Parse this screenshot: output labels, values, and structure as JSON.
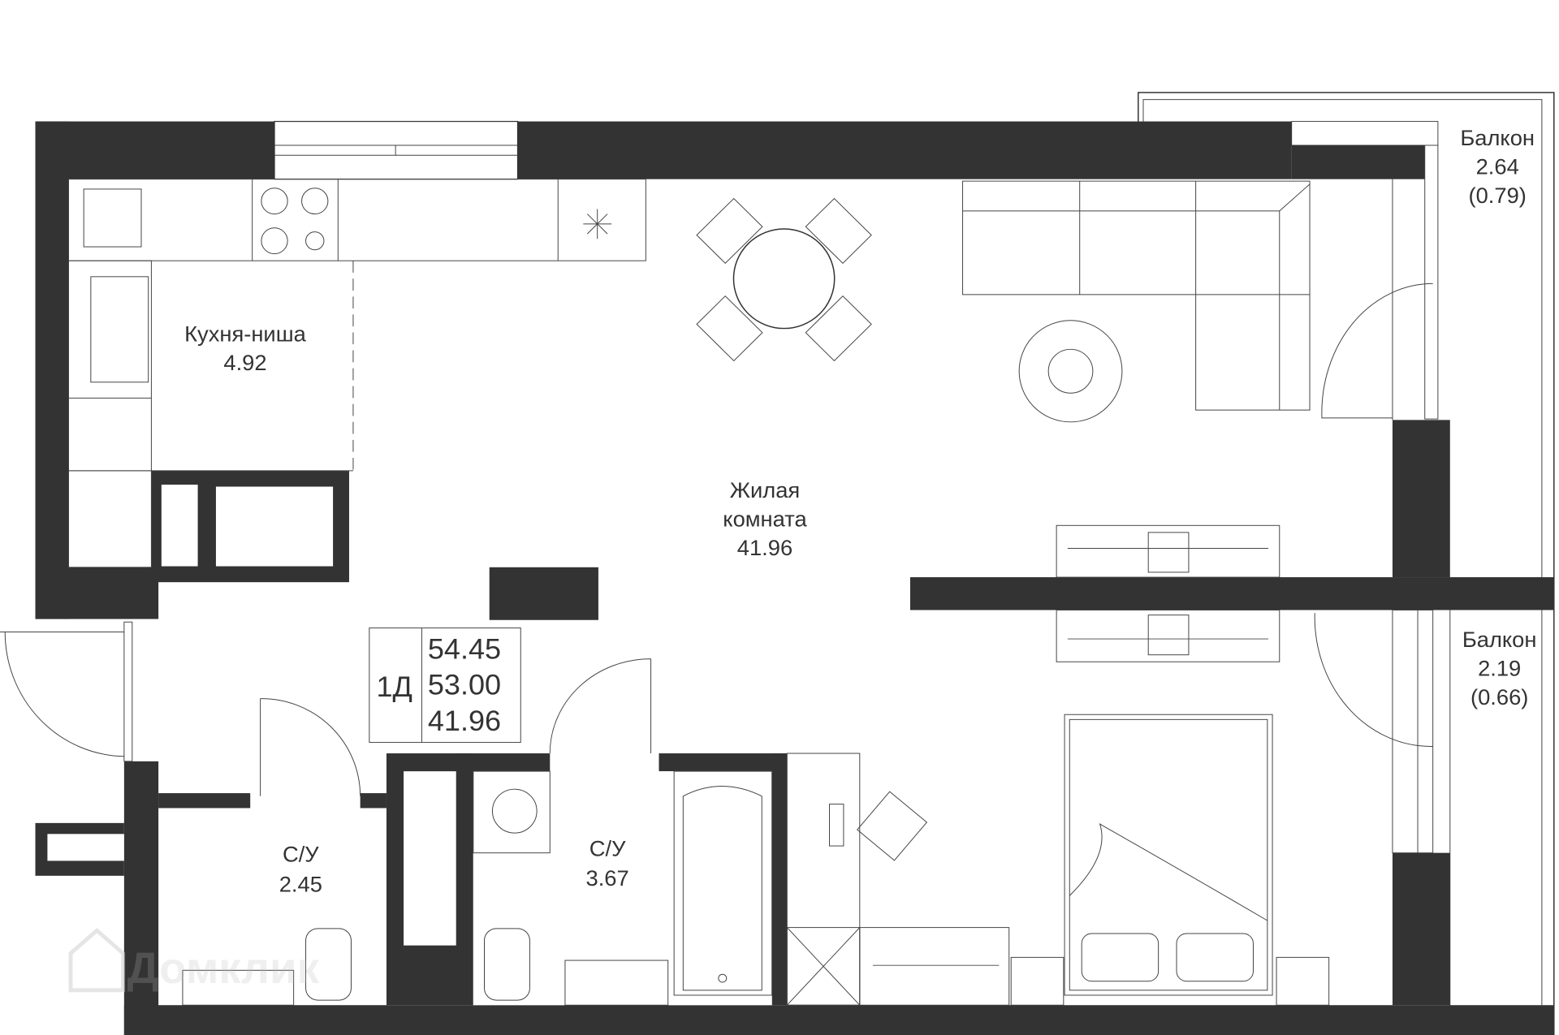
{
  "rooms": {
    "kitchen": {
      "name": "Кухня-ниша",
      "area": "4.92"
    },
    "living": {
      "name_line1": "Жилая",
      "name_line2": "комната",
      "area": "41.96"
    },
    "bath1": {
      "name": "С/У",
      "area": "2.45"
    },
    "bath2": {
      "name": "С/У",
      "area": "3.67"
    },
    "balcony1": {
      "name": "Балкон",
      "area": "2.64",
      "reduced_area": "(0.79)"
    },
    "balcony2": {
      "name": "Балкон",
      "area": "2.19",
      "reduced_area": "(0.66)"
    }
  },
  "summary": {
    "type": "1Д",
    "total_area": "54.45",
    "area_without_balcony": "53.00",
    "living_area": "41.96"
  },
  "watermark": {
    "text": "Домклик"
  },
  "colors": {
    "wall": "#333333",
    "background": "#ffffff"
  }
}
